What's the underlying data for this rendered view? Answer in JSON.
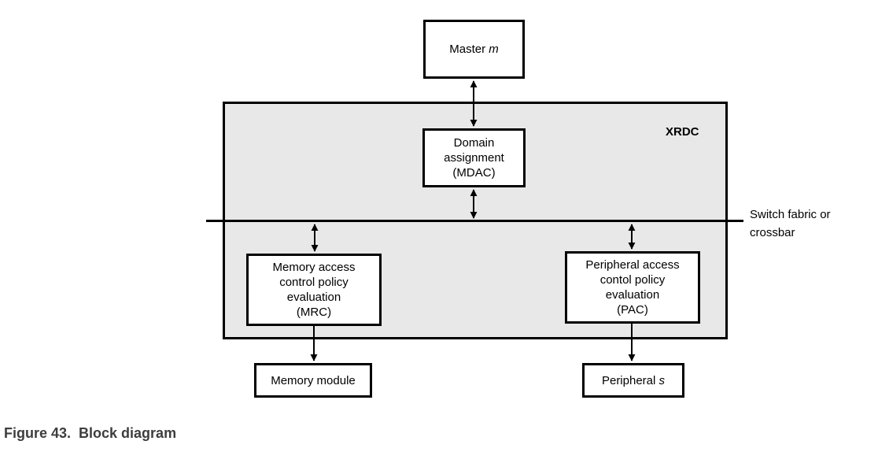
{
  "figure": {
    "number": "Figure 43.",
    "title": "Block diagram"
  },
  "diagram": {
    "xrdc_label": "XRDC",
    "bus_label": "Switch fabric or\ncrossbar",
    "nodes": {
      "master": {
        "prefix": "Master ",
        "italic": "m"
      },
      "mdac": {
        "label": "Domain\nassignment\n(MDAC)"
      },
      "mrc": {
        "label": "Memory access\ncontrol policy\nevaluation\n(MRC)"
      },
      "pac": {
        "label": "Peripheral access\ncontol policy\nevaluation\n(PAC)"
      },
      "memory": {
        "label": "Memory module"
      },
      "peripheral": {
        "prefix": "Peripheral ",
        "italic": "s"
      }
    },
    "connections": [
      {
        "from": "Master m",
        "to": "Domain assignment (MDAC)",
        "bidirectional": true
      },
      {
        "from": "Domain assignment (MDAC)",
        "to": "Switch fabric or crossbar",
        "bidirectional": true
      },
      {
        "from": "Switch fabric or crossbar",
        "to": "Memory access control policy evaluation (MRC)",
        "bidirectional": true
      },
      {
        "from": "Switch fabric or crossbar",
        "to": "Peripheral access contol policy evaluation (PAC)",
        "bidirectional": true
      },
      {
        "from": "Memory access control policy evaluation (MRC)",
        "to": "Memory module",
        "bidirectional": false
      },
      {
        "from": "Peripheral access contol policy evaluation (PAC)",
        "to": "Peripheral s",
        "bidirectional": false
      }
    ],
    "colors": {
      "xrdc_fill": "#e8e8e8",
      "border": "#000000",
      "caption_text": "#3d3d3d"
    }
  }
}
